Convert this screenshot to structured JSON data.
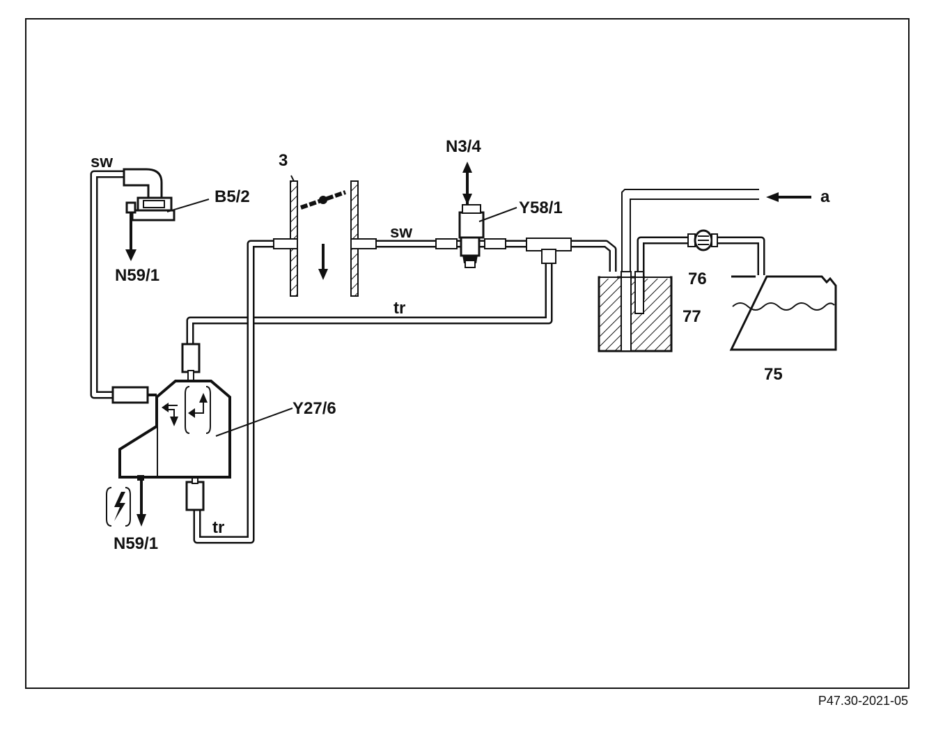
{
  "labels": {
    "sw_top": "sw",
    "b5_2": "B5/2",
    "n59_1_top": "N59/1",
    "item_3": "3",
    "n3_4": "N3/4",
    "y58_1": "Y58/1",
    "sw_mid": "sw",
    "tr_mid": "tr",
    "y27_6": "Y27/6",
    "n59_1_bottom": "N59/1",
    "tr_bottom": "tr",
    "a": "a",
    "item_76": "76",
    "item_77": "77",
    "item_75": "75"
  },
  "footer": {
    "reference": "P47.30-2021-05"
  },
  "colors": {
    "line": "#111111",
    "background": "#ffffff"
  }
}
